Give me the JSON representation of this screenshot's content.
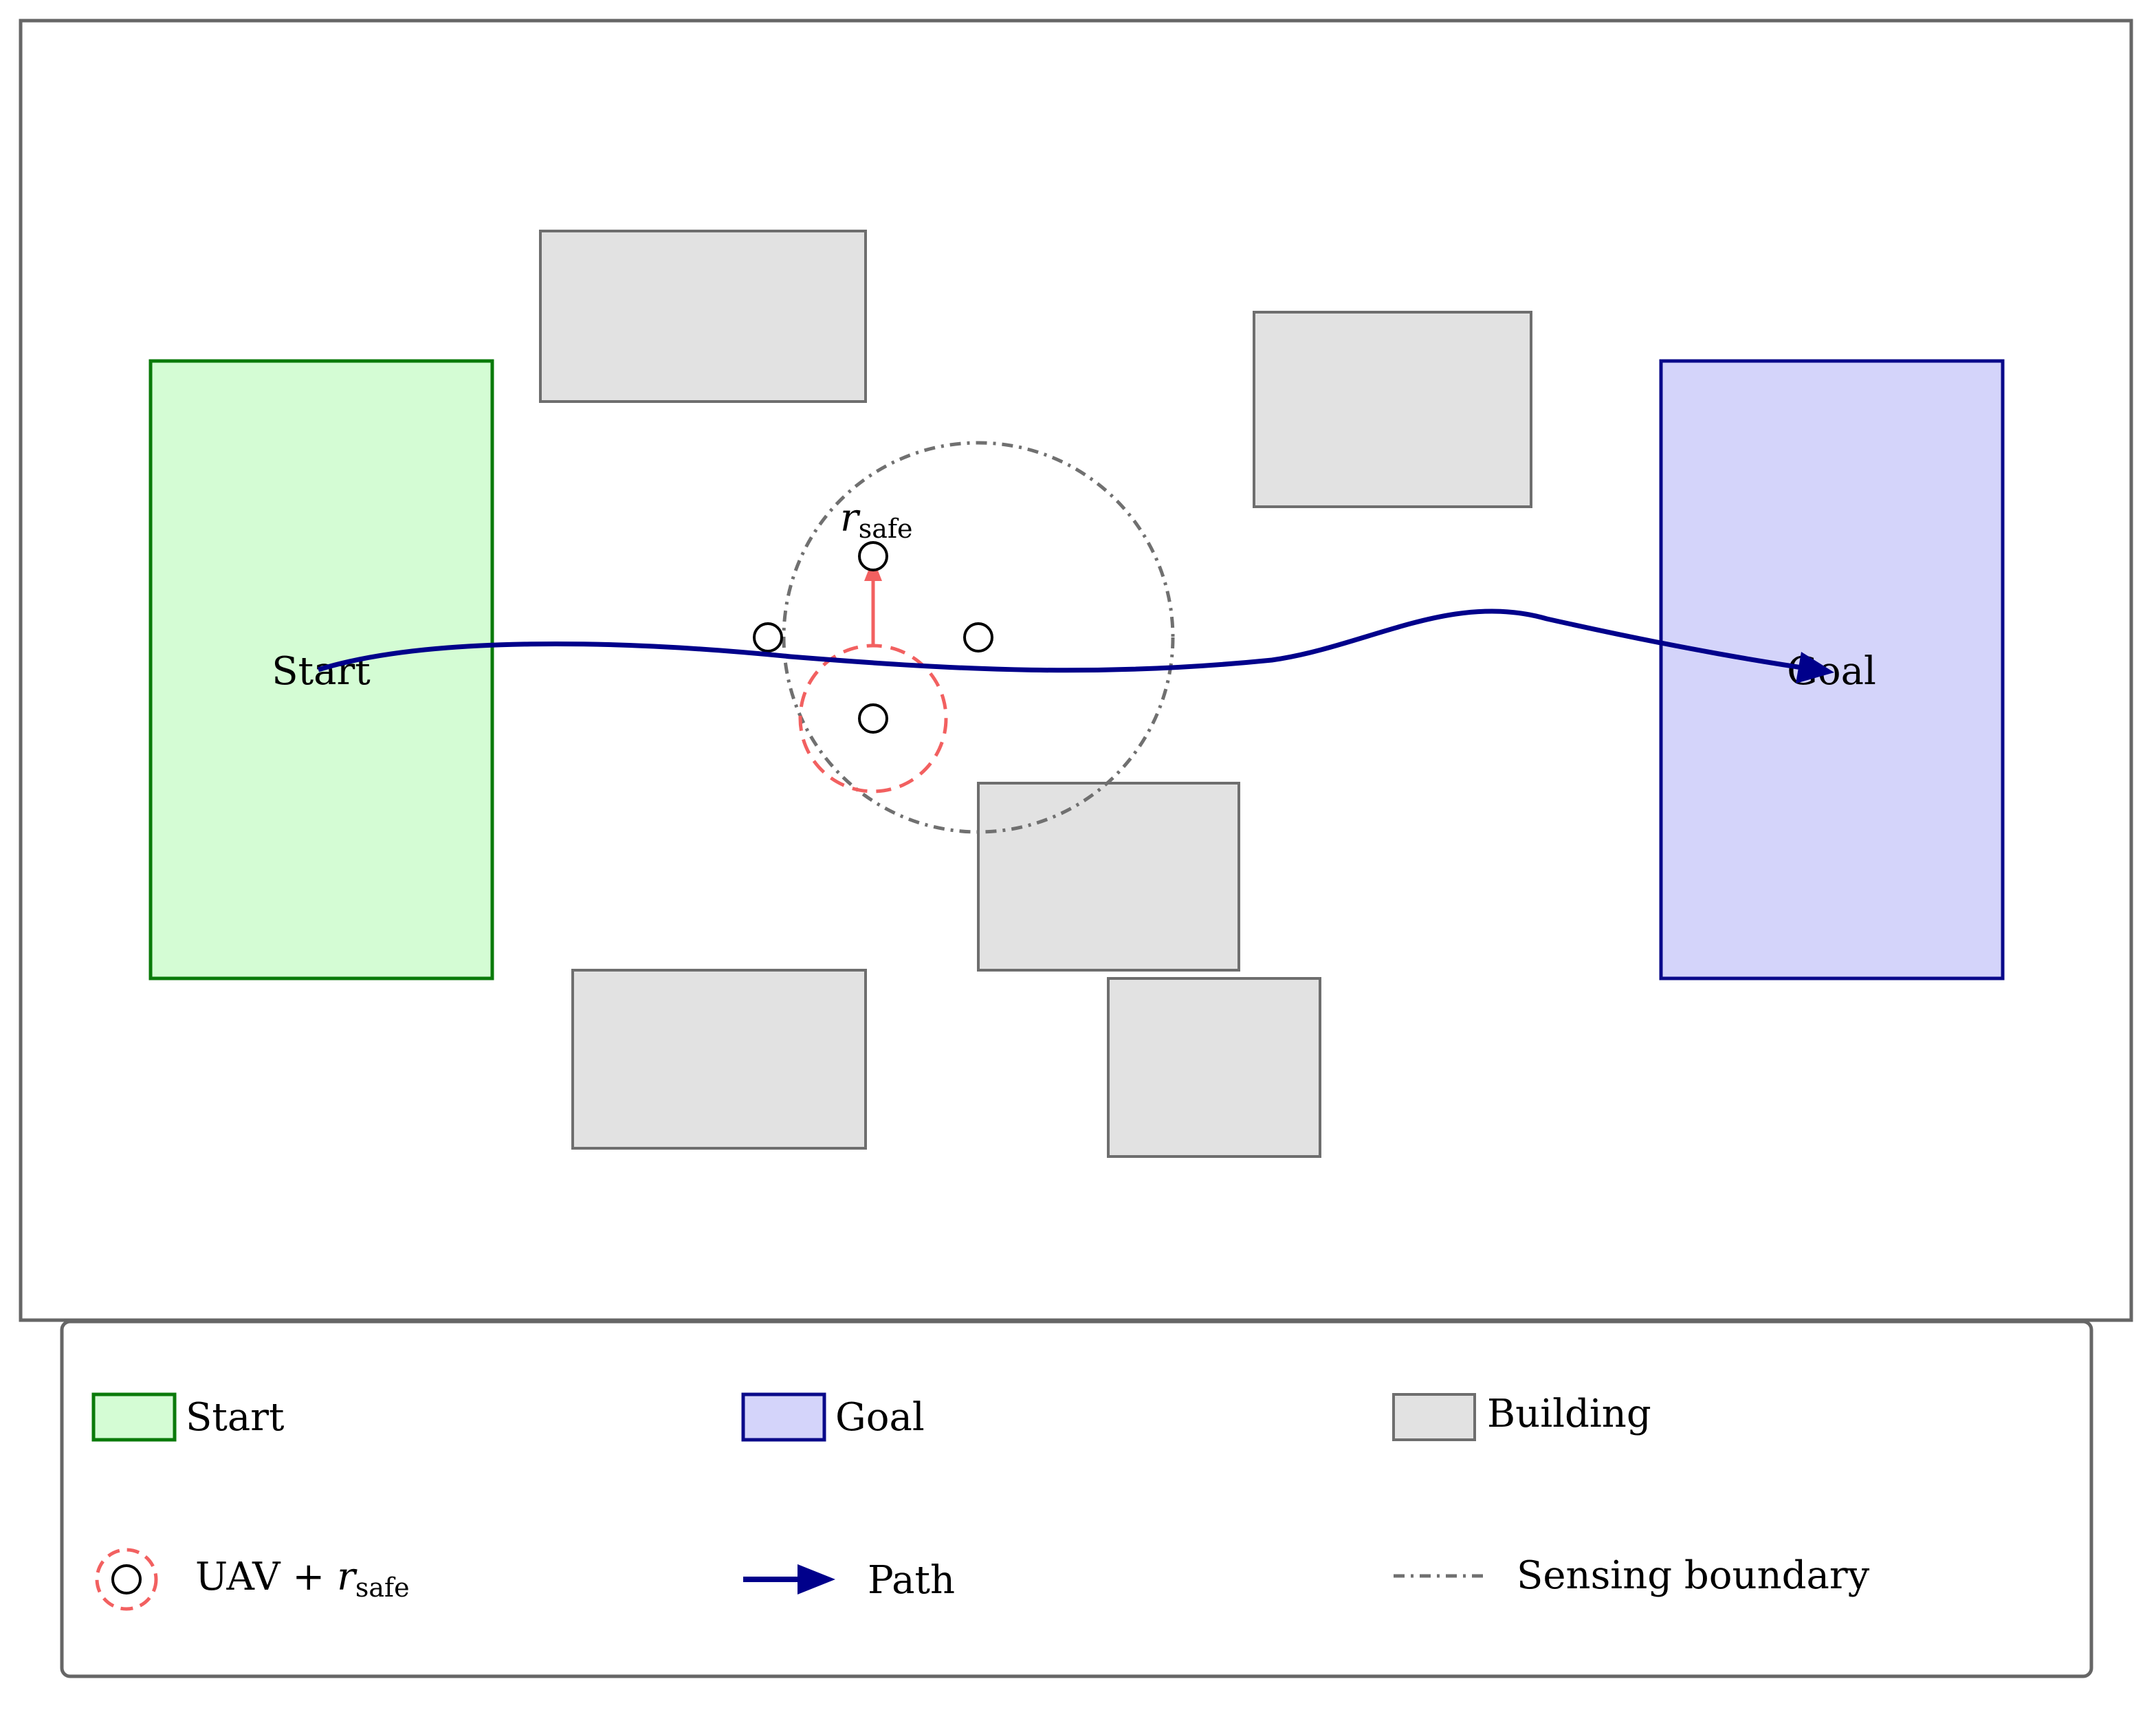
{
  "diagram": {
    "start_label": "Start",
    "goal_label": "Goal",
    "r_safe_label": "r",
    "r_safe_sub": "safe"
  },
  "legend": {
    "start": "Start",
    "goal": "Goal",
    "building": "Building",
    "uav_prefix": "UAV + ",
    "uav_r": "r",
    "uav_sub": "safe",
    "path": "Path",
    "sensing": "Sensing boundary"
  },
  "colors": {
    "start_fill": "#d4fcd4",
    "start_stroke": "#0a7a0a",
    "goal_fill": "#d4d4fa",
    "goal_stroke": "#0a0a8a",
    "building_fill": "#e2e2e2",
    "building_stroke": "#6e6e6e",
    "path": "#00008b",
    "safety": "#f26060",
    "sensing": "#707070"
  }
}
